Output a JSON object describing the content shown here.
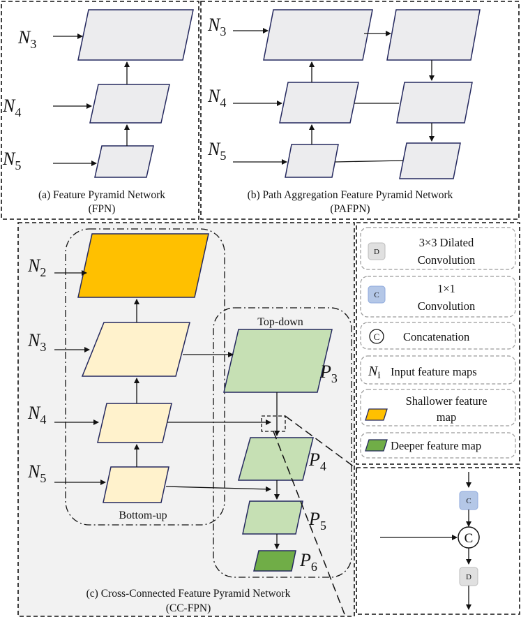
{
  "panel_a": {
    "caption_line1": "(a) Feature Pyramid Network",
    "caption_line2": "(FPN)",
    "inputs": [
      "N",
      "N",
      "N"
    ],
    "input_subs": [
      "3",
      "4",
      "5"
    ]
  },
  "panel_b": {
    "caption_line1": "(b) Path Aggregation  Feature Pyramid Network",
    "caption_line2": "(PAFPN)",
    "inputs": [
      "N",
      "N",
      "N"
    ],
    "input_subs": [
      "3",
      "4",
      "5"
    ]
  },
  "panel_c": {
    "caption_line1": "(c) Cross-Connected Feature Pyramid Network",
    "caption_line2": "(CC-FPN)",
    "bottom_up_label": "Bottom-up",
    "top_down_label": "Top-down",
    "inputs": [
      "N",
      "N",
      "N",
      "N"
    ],
    "input_subs": [
      "2",
      "3",
      "4",
      "5"
    ],
    "outputs": [
      "P",
      "P",
      "P",
      "P"
    ],
    "output_subs": [
      "3",
      "4",
      "5",
      "6"
    ]
  },
  "legend": {
    "dilated_badge": "D",
    "dilated_line1": "3×3 Dilated",
    "dilated_line2": "Convolution",
    "conv_badge": "C",
    "conv_line1": "1×1",
    "conv_line2": "Convolution",
    "concat_badge": "C",
    "concat_label": "Concatenation",
    "input_symbol": "N",
    "input_sub": "i",
    "input_label": "Input feature maps",
    "shallow_line1": "Shallower feature",
    "shallow_line2": "map",
    "deep_label": "Deeper feature map"
  },
  "detail": {
    "conv_badge": "C",
    "concat_badge": "C",
    "dilated_badge": "D"
  },
  "colors": {
    "gray_box": "#ececee",
    "box_stroke": "#24285e",
    "shallow_orange": "#ffc000",
    "bottom_up_cream": "#fff2cc",
    "top_down_green": "#c6e0b4",
    "deep_green": "#70ad47",
    "conv_blue": "#b4c7e7",
    "dilated_gray": "#e0e0e0",
    "panel_gray": "#f2f2f2"
  }
}
